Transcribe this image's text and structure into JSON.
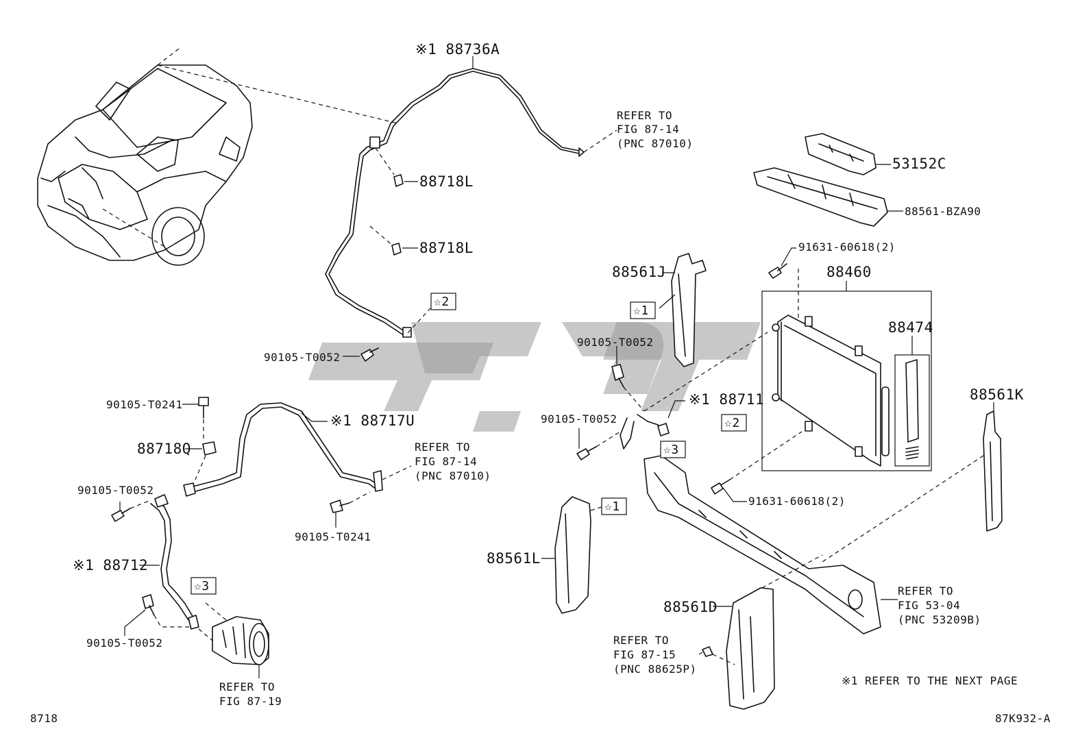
{
  "labels": {
    "pipe_top": "※1 88736A",
    "refer_top_1": "REFER TO",
    "refer_top_2": "FIG 87-14",
    "refer_top_3": "(PNC 87010)",
    "clip_a": "88718L",
    "clip_b": "88718L",
    "star2_a": "☆2",
    "bolt_a": "90105-T0052",
    "part_53152C": "53152C",
    "part_88561BZA90": "88561-BZA90",
    "bolt_91631_top": "91631-60618(2)",
    "part_88460": "88460",
    "part_88474": "88474",
    "part_88561J": "88561J",
    "star1_a": "☆1",
    "bolt_b": "90105-T0052",
    "part_88711": "※1 88711",
    "star2_b": "☆2",
    "bolt_c": "90105-T0052",
    "star3_a": "☆3",
    "bolt_91631_bot": "91631-60618(2)",
    "part_88561K": "88561K",
    "bolt_t0241_top": "90105-T0241",
    "part_88718Q": "88718Q",
    "part_88717U": "※1 88717U",
    "refer_mid_1": "REFER TO",
    "refer_mid_2": "FIG 87-14",
    "refer_mid_3": "(PNC 87010)",
    "bolt_d": "90105-T0052",
    "bolt_t0241_bot": "90105-T0241",
    "part_88712": "※1 88712",
    "star3_b": "☆3",
    "bolt_e": "90105-T0052",
    "refer_comp_1": "REFER TO",
    "refer_comp_2": "FIG 87-19",
    "star1_b": "☆1",
    "part_88561L": "88561L",
    "part_88561D": "88561D",
    "refer_bl_1": "REFER TO",
    "refer_bl_2": "FIG 87-15",
    "refer_bl_3": "(PNC 88625P)",
    "refer_br_1": "REFER TO",
    "refer_br_2": "FIG 53-04",
    "refer_br_3": "(PNC 53209B)",
    "footnote": "※1  REFER TO THE NEXT PAGE",
    "page_code": "8718",
    "figure_code": "87K932-A"
  }
}
